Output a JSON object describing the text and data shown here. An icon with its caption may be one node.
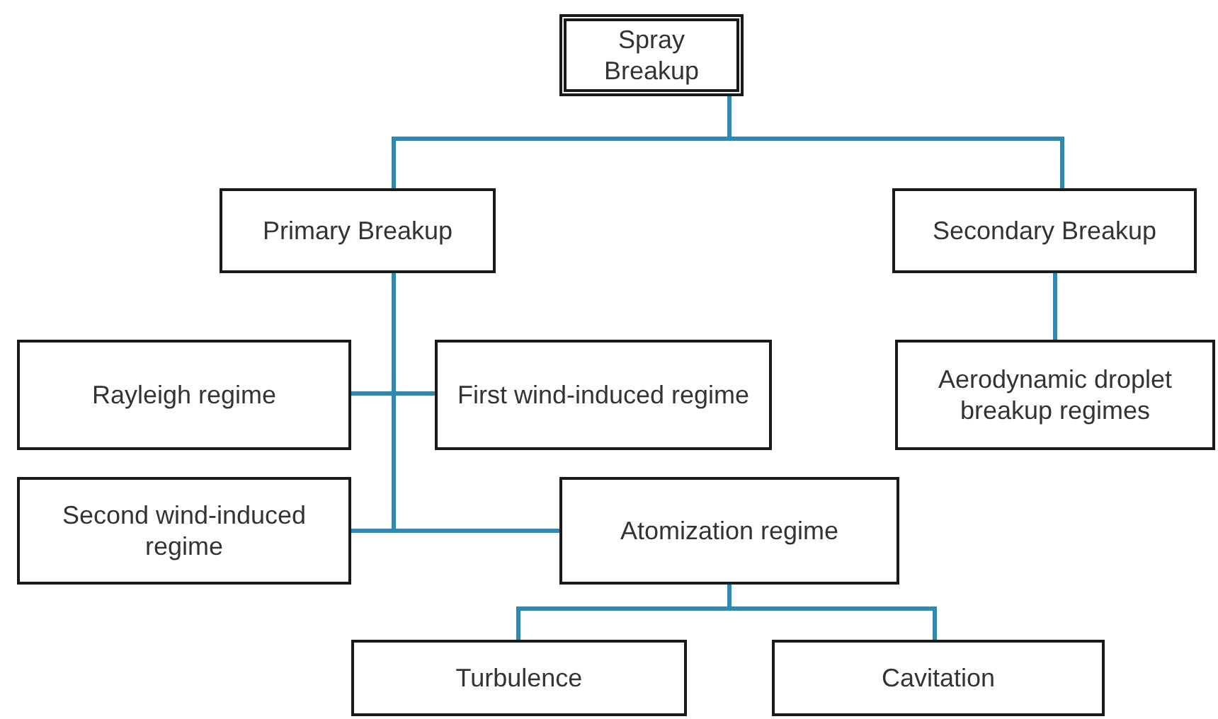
{
  "diagram": {
    "nodes": [
      {
        "text": [
          "Spray Breakup"
        ]
      },
      {
        "text": [
          "Primary Breakup"
        ]
      },
      {
        "text": [
          "Secondary Breakup"
        ]
      },
      {
        "text": [
          "Rayleigh regime"
        ]
      },
      {
        "text": [
          "First wind-induced regime"
        ]
      },
      {
        "text": [
          "Aerodynamic droplet breakup regimes"
        ]
      },
      {
        "text": [
          "Second wind-induced regime"
        ]
      },
      {
        "text": [
          "Atomization regime"
        ]
      },
      {
        "text": [
          "Turbulence"
        ]
      },
      {
        "text": [
          "Cavitation"
        ]
      }
    ],
    "edges": [
      {
        "from": 0,
        "to": 1,
        "arrow": "none"
      },
      {
        "from": 0,
        "to": 2,
        "arrow": "none"
      },
      {
        "from": 2,
        "to": 5,
        "arrow": "none"
      },
      {
        "from": 1,
        "to": 3,
        "arrow": "none"
      },
      {
        "from": 1,
        "to": 4,
        "arrow": "none"
      },
      {
        "from": 1,
        "to": 6,
        "arrow": "none"
      },
      {
        "from": 1,
        "to": 7,
        "arrow": "none"
      },
      {
        "from": 7,
        "to": 8,
        "arrow": "none"
      },
      {
        "from": 7,
        "to": 9,
        "arrow": "none"
      }
    ]
  }
}
